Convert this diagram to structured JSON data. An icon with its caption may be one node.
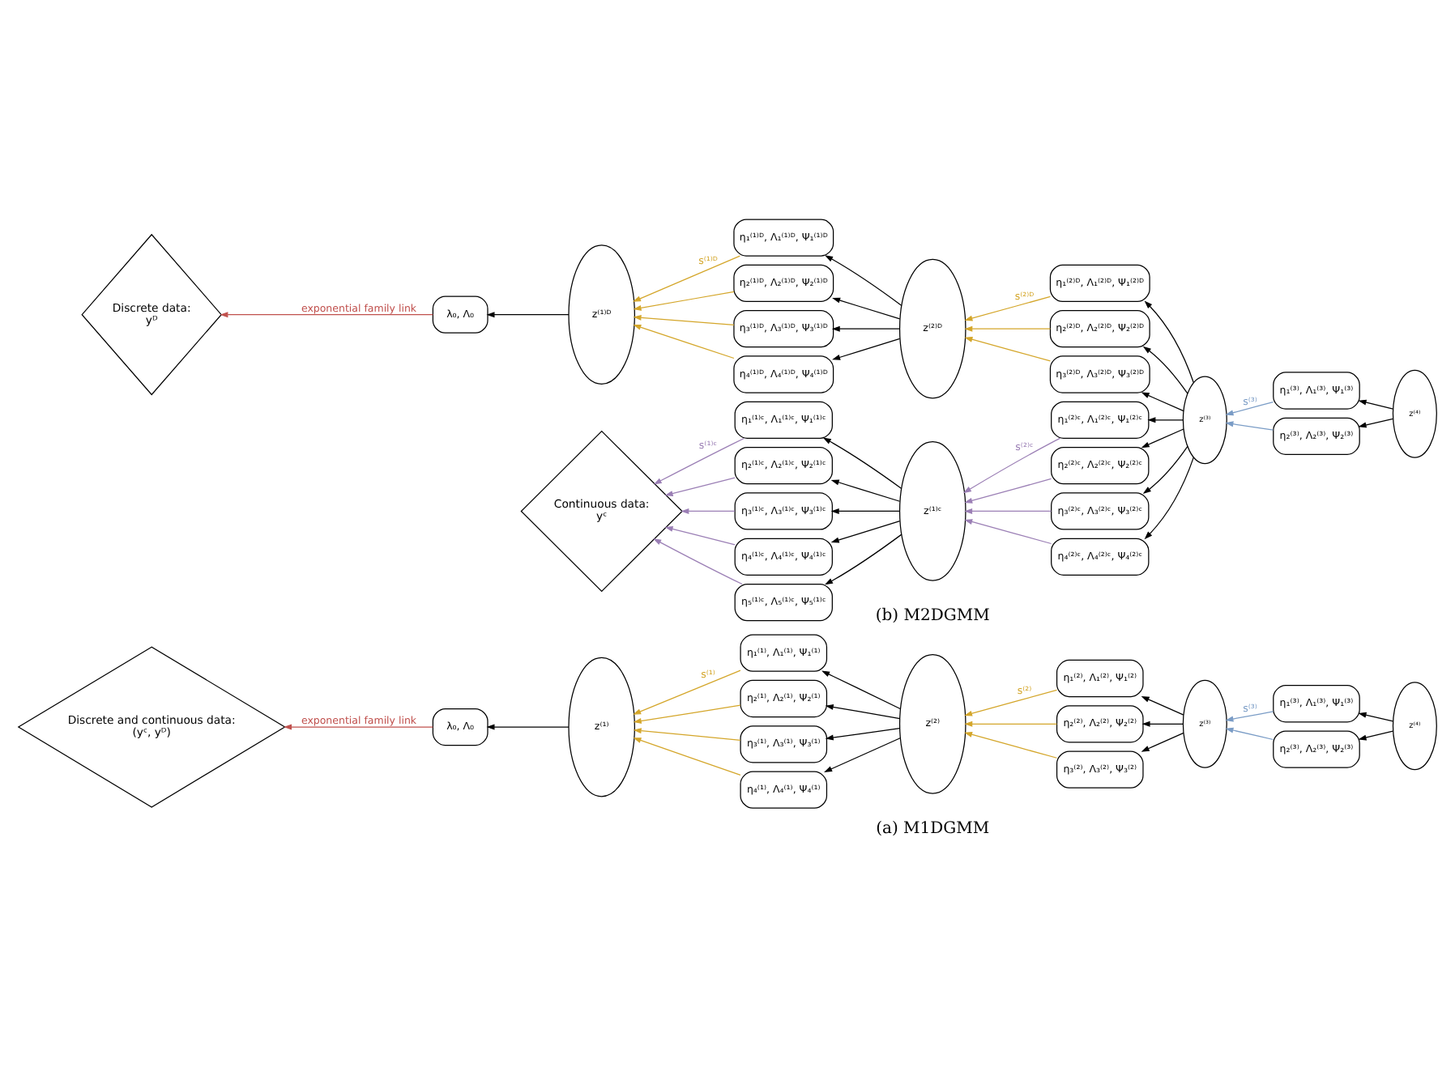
{
  "diagram": {
    "nodes": [
      {
        "text": [
          "Discrete and continuous data:",
          "(yᶜ, yᴰ)"
        ]
      },
      {
        "text": [
          "λ₀, Λ₀"
        ]
      },
      {
        "text": [
          "z⁽¹⁾"
        ]
      },
      {
        "text": [
          "η₁⁽¹⁾, Λ₁⁽¹⁾, Ψ₁⁽¹⁾"
        ]
      },
      {
        "text": [
          "η₂⁽¹⁾, Λ₂⁽¹⁾, Ψ₂⁽¹⁾"
        ]
      },
      {
        "text": [
          "η₃⁽¹⁾, Λ₃⁽¹⁾, Ψ₃⁽¹⁾"
        ]
      },
      {
        "text": [
          "η₄⁽¹⁾, Λ₄⁽¹⁾, Ψ₄⁽¹⁾"
        ]
      },
      {
        "text": [
          "z⁽²⁾"
        ]
      },
      {
        "text": [
          "η₁⁽²⁾, Λ₁⁽²⁾, Ψ₁⁽²⁾"
        ]
      },
      {
        "text": [
          "η₂⁽²⁾, Λ₂⁽²⁾, Ψ₂⁽²⁾"
        ]
      },
      {
        "text": [
          "η₃⁽²⁾, Λ₃⁽²⁾, Ψ₃⁽²⁾"
        ]
      },
      {
        "text": [
          "z⁽³⁾"
        ]
      },
      {
        "text": [
          "η₁⁽³⁾, Λ₁⁽³⁾, Ψ₁⁽³⁾"
        ]
      },
      {
        "text": [
          "η₂⁽³⁾, Λ₂⁽³⁾, Ψ₂⁽³⁾"
        ]
      },
      {
        "text": [
          "z⁽⁴⁾"
        ]
      },
      {
        "text": [
          "Discrete data:",
          "yᴰ"
        ]
      },
      {
        "text": [
          "λ₀, Λ₀"
        ]
      },
      {
        "text": [
          "z⁽¹⁾ᴰ"
        ]
      },
      {
        "text": [
          "η₁⁽¹⁾ᴰ, Λ₁⁽¹⁾ᴰ, Ψ₁⁽¹⁾ᴰ"
        ]
      },
      {
        "text": [
          "η₂⁽¹⁾ᴰ, Λ₂⁽¹⁾ᴰ, Ψ₂⁽¹⁾ᴰ"
        ]
      },
      {
        "text": [
          "η₃⁽¹⁾ᴰ, Λ₃⁽¹⁾ᴰ, Ψ₃⁽¹⁾ᴰ"
        ]
      },
      {
        "text": [
          "η₄⁽¹⁾ᴰ, Λ₄⁽¹⁾ᴰ, Ψ₄⁽¹⁾ᴰ"
        ]
      },
      {
        "text": [
          "z⁽²⁾ᴰ"
        ]
      },
      {
        "text": [
          "η₁⁽²⁾ᴰ, Λ₁⁽²⁾ᴰ, Ψ₁⁽²⁾ᴰ"
        ]
      },
      {
        "text": [
          "η₂⁽²⁾ᴰ, Λ₂⁽²⁾ᴰ, Ψ₂⁽²⁾ᴰ"
        ]
      },
      {
        "text": [
          "η₃⁽²⁾ᴰ, Λ₃⁽²⁾ᴰ, Ψ₃⁽²⁾ᴰ"
        ]
      },
      {
        "text": [
          "z⁽³⁾"
        ]
      },
      {
        "text": [
          "η₁⁽³⁾, Λ₁⁽³⁾, Ψ₁⁽³⁾"
        ]
      },
      {
        "text": [
          "η₂⁽³⁾, Λ₂⁽³⁾, Ψ₂⁽³⁾"
        ]
      },
      {
        "text": [
          "z⁽⁴⁾"
        ]
      },
      {
        "text": [
          "Continuous data:",
          "yᶜ"
        ]
      },
      {
        "text": [
          "η₁⁽¹⁾ᶜ, Λ₁⁽¹⁾ᶜ, Ψ₁⁽¹⁾ᶜ"
        ]
      },
      {
        "text": [
          "η₂⁽¹⁾ᶜ, Λ₂⁽¹⁾ᶜ, Ψ₂⁽¹⁾ᶜ"
        ]
      },
      {
        "text": [
          "η₃⁽¹⁾ᶜ, Λ₃⁽¹⁾ᶜ, Ψ₃⁽¹⁾ᶜ"
        ]
      },
      {
        "text": [
          "η₄⁽¹⁾ᶜ, Λ₄⁽¹⁾ᶜ, Ψ₄⁽¹⁾ᶜ"
        ]
      },
      {
        "text": [
          "η₅⁽¹⁾ᶜ, Λ₅⁽¹⁾ᶜ, Ψ₅⁽¹⁾ᶜ"
        ]
      },
      {
        "text": [
          "z⁽¹⁾ᶜ"
        ]
      },
      {
        "text": [
          "η₁⁽²⁾ᶜ, Λ₁⁽²⁾ᶜ, Ψ₁⁽²⁾ᶜ"
        ]
      },
      {
        "text": [
          "η₂⁽²⁾ᶜ, Λ₂⁽²⁾ᶜ, Ψ₂⁽²⁾ᶜ"
        ]
      },
      {
        "text": [
          "η₃⁽²⁾ᶜ, Λ₃⁽²⁾ᶜ, Ψ₃⁽²⁾ᶜ"
        ]
      },
      {
        "text": [
          "η₄⁽²⁾ᶜ, Λ₄⁽²⁾ᶜ, Ψ₄⁽²⁾ᶜ"
        ]
      }
    ],
    "edges": [
      {
        "from": 1,
        "to": 0,
        "arrow": "to",
        "color": "#c0504d",
        "label": "exponential family link"
      },
      {
        "from": 2,
        "to": 1,
        "arrow": "to"
      },
      {
        "from": 3,
        "to": 2,
        "arrow": "to",
        "color": "#d4a62a",
        "label": "s⁽¹⁾"
      },
      {
        "from": 4,
        "to": 2,
        "arrow": "to",
        "color": "#d4a62a"
      },
      {
        "from": 5,
        "to": 2,
        "arrow": "to",
        "color": "#d4a62a"
      },
      {
        "from": 6,
        "to": 2,
        "arrow": "to",
        "color": "#d4a62a"
      },
      {
        "from": 7,
        "to": 3,
        "arrow": "to"
      },
      {
        "from": 7,
        "to": 4,
        "arrow": "to"
      },
      {
        "from": 7,
        "to": 5,
        "arrow": "to"
      },
      {
        "from": 7,
        "to": 6,
        "arrow": "to"
      },
      {
        "from": 8,
        "to": 7,
        "arrow": "to",
        "color": "#d4a62a",
        "label": "s⁽²⁾"
      },
      {
        "from": 9,
        "to": 7,
        "arrow": "to",
        "color": "#d4a62a"
      },
      {
        "from": 10,
        "to": 7,
        "arrow": "to",
        "color": "#d4a62a"
      },
      {
        "from": 11,
        "to": 8,
        "arrow": "to"
      },
      {
        "from": 11,
        "to": 9,
        "arrow": "to"
      },
      {
        "from": 11,
        "to": 10,
        "arrow": "to"
      },
      {
        "from": 12,
        "to": 11,
        "arrow": "to",
        "color": "#7a9cc6",
        "label": "s⁽³⁾"
      },
      {
        "from": 13,
        "to": 11,
        "arrow": "to",
        "color": "#7a9cc6"
      },
      {
        "from": 14,
        "to": 12,
        "arrow": "to"
      },
      {
        "from": 14,
        "to": 13,
        "arrow": "to"
      },
      {
        "from": 16,
        "to": 15,
        "arrow": "to",
        "color": "#c0504d",
        "label": "exponential family link"
      },
      {
        "from": 17,
        "to": 16,
        "arrow": "to"
      },
      {
        "from": 18,
        "to": 17,
        "arrow": "to",
        "color": "#d4a62a",
        "label": "s⁽¹⁾ᴰ"
      },
      {
        "from": 19,
        "to": 17,
        "arrow": "to",
        "color": "#d4a62a"
      },
      {
        "from": 20,
        "to": 17,
        "arrow": "to",
        "color": "#d4a62a"
      },
      {
        "from": 21,
        "to": 17,
        "arrow": "to",
        "color": "#d4a62a"
      },
      {
        "from": 22,
        "to": 18,
        "arrow": "to"
      },
      {
        "from": 22,
        "to": 19,
        "arrow": "to"
      },
      {
        "from": 22,
        "to": 20,
        "arrow": "to"
      },
      {
        "from": 22,
        "to": 21,
        "arrow": "to"
      },
      {
        "from": 23,
        "to": 22,
        "arrow": "to",
        "color": "#d4a62a",
        "label": "s⁽²⁾ᴰ"
      },
      {
        "from": 24,
        "to": 22,
        "arrow": "to",
        "color": "#d4a62a"
      },
      {
        "from": 25,
        "to": 22,
        "arrow": "to",
        "color": "#d4a62a"
      },
      {
        "from": 26,
        "to": 23,
        "arrow": "to"
      },
      {
        "from": 26,
        "to": 24,
        "arrow": "to"
      },
      {
        "from": 26,
        "to": 25,
        "arrow": "to"
      },
      {
        "from": 27,
        "to": 26,
        "arrow": "to",
        "color": "#7a9cc6",
        "label": "s⁽³⁾"
      },
      {
        "from": 28,
        "to": 26,
        "arrow": "to",
        "color": "#7a9cc6"
      },
      {
        "from": 29,
        "to": 27,
        "arrow": "to"
      },
      {
        "from": 29,
        "to": 28,
        "arrow": "to"
      },
      {
        "from": 31,
        "to": 30,
        "arrow": "to",
        "color": "#9b7fb5",
        "label": "s⁽¹⁾ᶜ"
      },
      {
        "from": 32,
        "to": 30,
        "arrow": "to",
        "color": "#9b7fb5"
      },
      {
        "from": 33,
        "to": 30,
        "arrow": "to",
        "color": "#9b7fb5"
      },
      {
        "from": 34,
        "to": 30,
        "arrow": "to",
        "color": "#9b7fb5"
      },
      {
        "from": 35,
        "to": 30,
        "arrow": "to",
        "color": "#9b7fb5"
      },
      {
        "from": 36,
        "to": 31,
        "arrow": "to"
      },
      {
        "from": 36,
        "to": 32,
        "arrow": "to"
      },
      {
        "from": 36,
        "to": 33,
        "arrow": "to"
      },
      {
        "from": 36,
        "to": 34,
        "arrow": "to"
      },
      {
        "from": 36,
        "to": 35,
        "arrow": "to"
      },
      {
        "from": 37,
        "to": 36,
        "arrow": "to",
        "color": "#9b7fb5",
        "label": "s⁽²⁾ᶜ"
      },
      {
        "from": 38,
        "to": 36,
        "arrow": "to",
        "color": "#9b7fb5"
      },
      {
        "from": 39,
        "to": 36,
        "arrow": "to",
        "color": "#9b7fb5"
      },
      {
        "from": 40,
        "to": 36,
        "arrow": "to",
        "color": "#9b7fb5"
      },
      {
        "from": 26,
        "to": 37,
        "arrow": "to"
      },
      {
        "from": 26,
        "to": 38,
        "arrow": "to"
      },
      {
        "from": 26,
        "to": 39,
        "arrow": "to"
      },
      {
        "from": 26,
        "to": 40,
        "arrow": "to"
      }
    ],
    "labels": [
      "(a) M1DGMM",
      "(b) M2DGMM"
    ]
  }
}
